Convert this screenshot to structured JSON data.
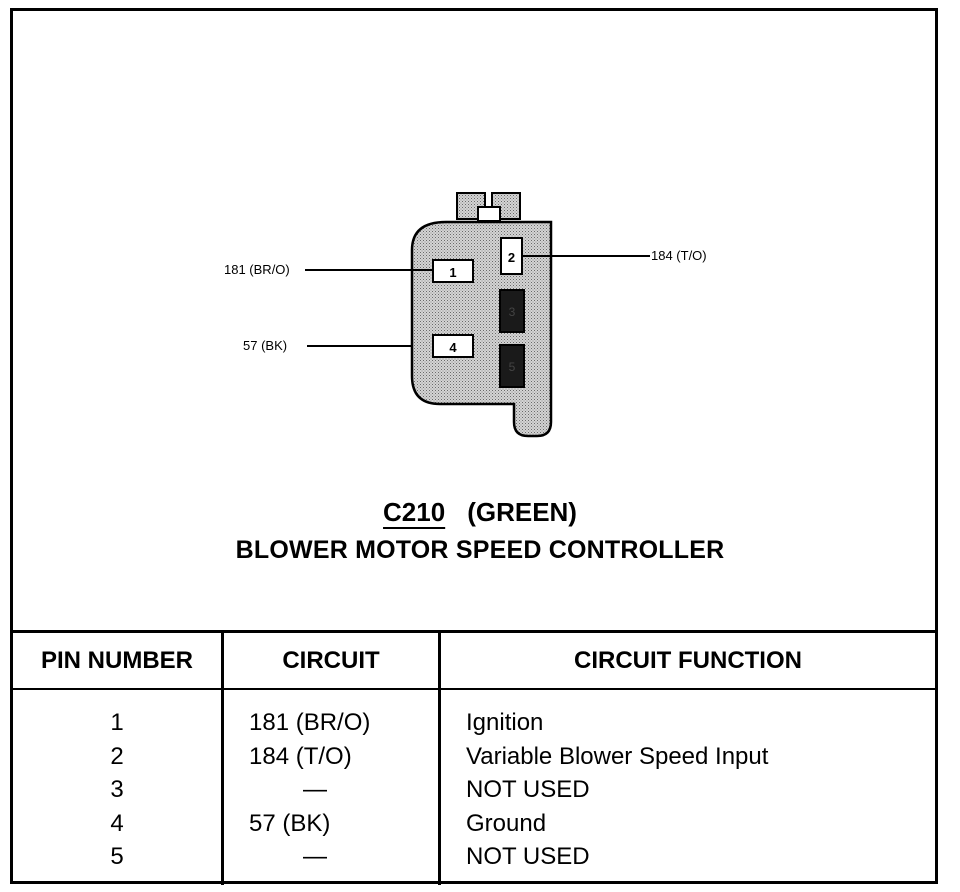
{
  "connector": {
    "id": "C210",
    "color": "(GREEN)",
    "name": "BLOWER MOTOR SPEED CONTROLLER",
    "wires": {
      "pin1": "181 (BR/O)",
      "pin2": "184 (T/O)",
      "pin4": "57 (BK)"
    },
    "pin_labels": [
      "1",
      "2",
      "3",
      "4",
      "5"
    ]
  },
  "table": {
    "headers": [
      "PIN NUMBER",
      "CIRCUIT",
      "CIRCUIT FUNCTION"
    ],
    "rows": [
      {
        "pin": "1",
        "circuit": "181 (BR/O)",
        "function": "Ignition"
      },
      {
        "pin": "2",
        "circuit": "184 (T/O)",
        "function": "Variable Blower Speed Input"
      },
      {
        "pin": "3",
        "circuit": "—",
        "function": "NOT USED"
      },
      {
        "pin": "4",
        "circuit": "57 (BK)",
        "function": "Ground"
      },
      {
        "pin": "5",
        "circuit": "—",
        "function": "NOT USED"
      }
    ]
  }
}
